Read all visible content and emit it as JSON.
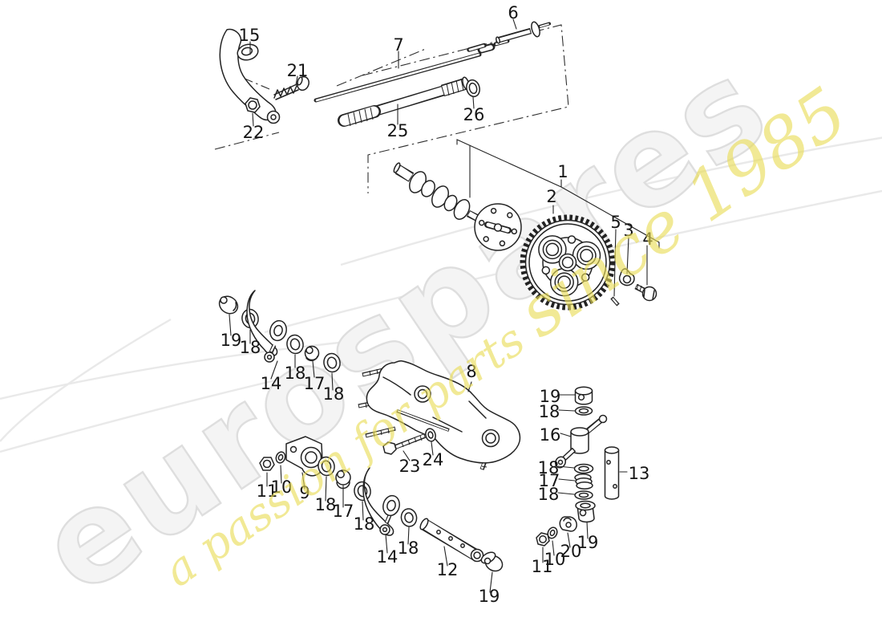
{
  "watermark": {
    "brand": "eurospares",
    "tagline": "a passion for parts",
    "tagline_year": "since 1985",
    "brand_color": "#f4f4f4",
    "accent_color": "#eadd55"
  },
  "diagram": {
    "ink_color": "#232323",
    "labels": [
      "15",
      "21",
      "22",
      "7",
      "25",
      "26",
      "6",
      "1",
      "2",
      "5",
      "3",
      "4",
      "19",
      "18",
      "14",
      "18",
      "17",
      "18",
      "8",
      "23",
      "24",
      "19",
      "18",
      "16",
      "18",
      "17",
      "18",
      "13",
      "19",
      "20",
      "10",
      "11",
      "11",
      "10",
      "9",
      "18",
      "17",
      "18",
      "14",
      "18",
      "12",
      "19"
    ]
  }
}
